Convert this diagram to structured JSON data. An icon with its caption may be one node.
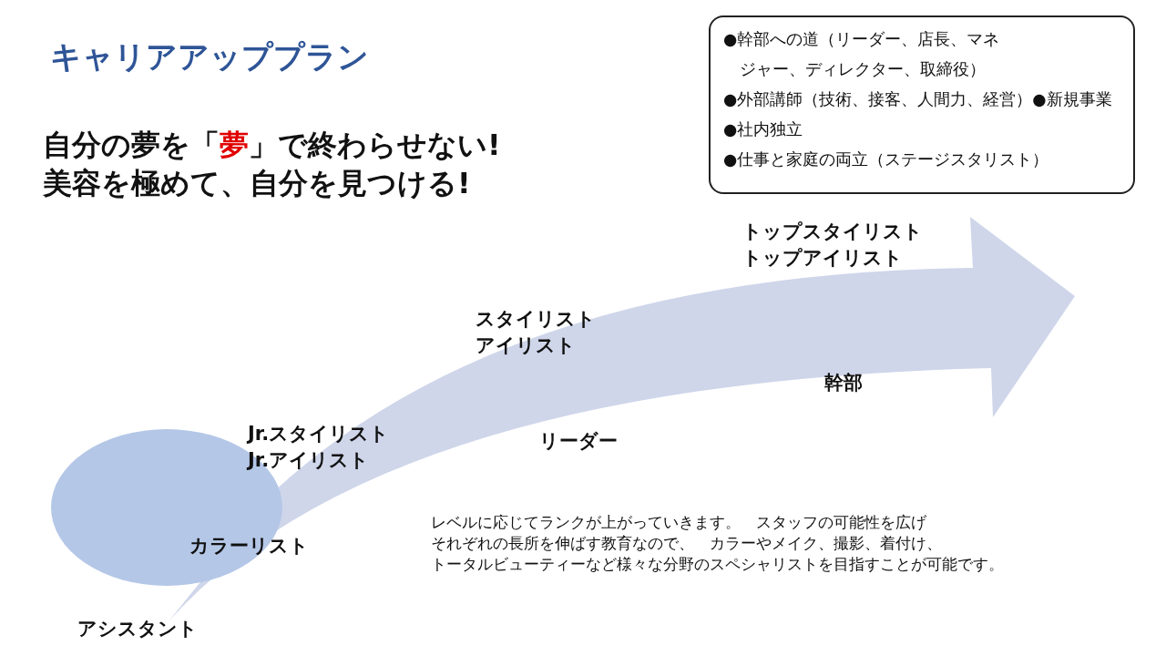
{
  "diagram": {
    "title": "キャリアアッププラン",
    "nodes": [
      {
        "text": [
          "●幹部への道（リーダー、店長、マネジャー、ディレクター、取締役）",
          "●外部講師（技術、接客、人間力、経営）●新規事業",
          "●社内独立",
          "●仕事と家庭の両立（ステージスタリスト）"
        ]
      }
    ],
    "labels": [
      "自分の夢を「**夢**」で終わらせない!",
      "美容を極めて、自分を見つける!",
      "トップスタイリスト",
      "トップアイリスト",
      "スタイリスト",
      "アイリスト",
      "幹部",
      "Jr.スタイリスト",
      "Jr.アイリスト",
      "リーダー",
      "レベルに応じてランクが上がっていきます。　スタッフの可能性を広げ",
      "それぞれの長所を伸ばす教育なので、　カラーやメイク、撮影、着付け、",
      "トータルビューティーなど様々な分野のスペシャリストを目指すことが可能です。",
      "カラーリスト",
      "アシスタント"
    ]
  }
}
